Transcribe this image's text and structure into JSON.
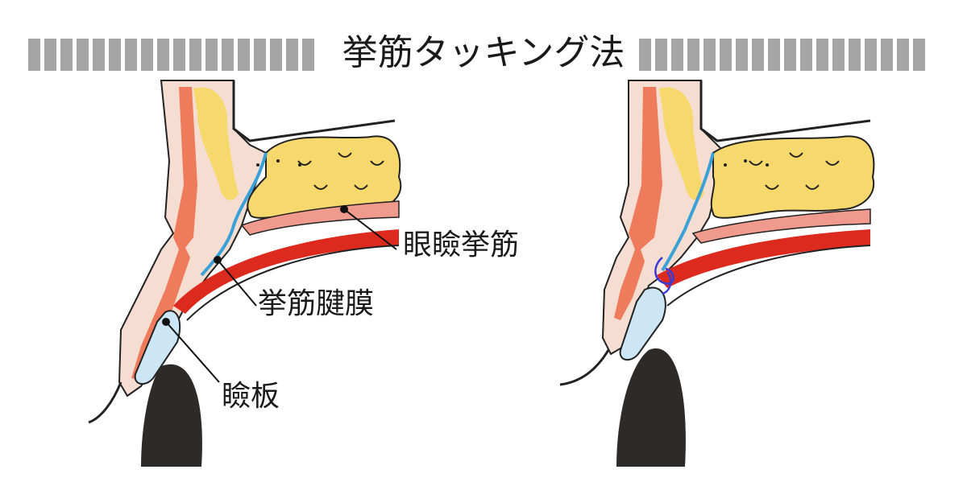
{
  "title": "挙筋タッキング法",
  "labels": {
    "levator_muscle": "眼瞼挙筋",
    "levator_aponeurosis": "挙筋腱膜",
    "tarsus": "瞼板"
  },
  "colors": {
    "stripe": "#a5a5a5",
    "skin": "#f6ddd2",
    "orbicularis": "#ee7b5b",
    "fat": "#f6d86c",
    "muscle_red": "#dd2a1f",
    "muscle_pink": "#f09a8e",
    "fascia_blue": "#3aa1d8",
    "tarsus_fill": "#cde6f6",
    "eyeball_dark": "#2e2a27",
    "suture": "#3b39d6"
  }
}
